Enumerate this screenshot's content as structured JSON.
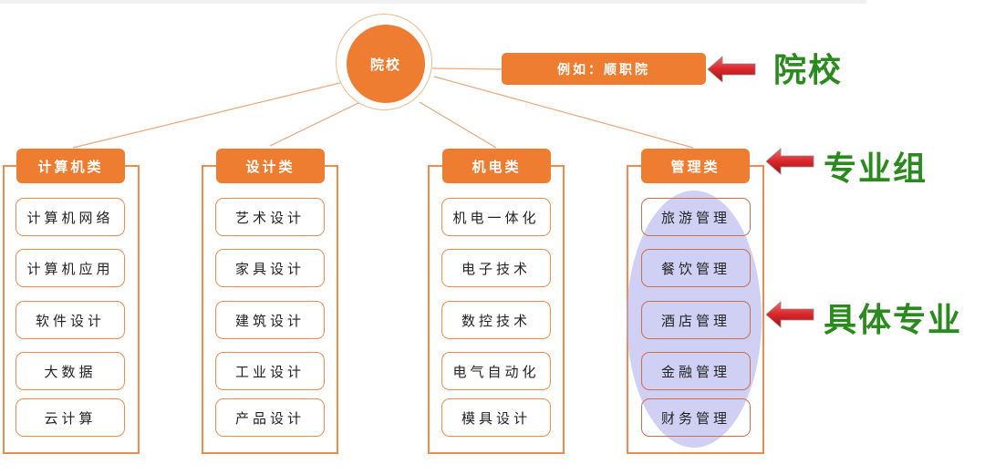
{
  "diagram": {
    "root": {
      "label": "院校"
    },
    "example": {
      "label": "例如：顺职院"
    },
    "groups": [
      {
        "label": "计算机类",
        "items": [
          "计算机网络",
          "计算机应用",
          "软件设计",
          "大数据",
          "云计算"
        ]
      },
      {
        "label": "设计类",
        "items": [
          "艺术设计",
          "家具设计",
          "建筑设计",
          "工业设计",
          "产品设计"
        ]
      },
      {
        "label": "机电类",
        "items": [
          "机电一体化",
          "电子技术",
          "数控技术",
          "电气自动化",
          "模具设计"
        ]
      },
      {
        "label": "管理类",
        "items": [
          "旅游管理",
          "餐饮管理",
          "酒店管理",
          "金融管理",
          "财务管理"
        ]
      }
    ],
    "annotations": [
      {
        "label": "院校",
        "target": "example"
      },
      {
        "label": "专业组",
        "target": "groups.3"
      },
      {
        "label": "具体专业",
        "target": "groups.3.items"
      }
    ],
    "colors": {
      "node_fill": "#ee7d31",
      "frame_stroke": "#ee8c4e",
      "annotation_text": "#2a8a1e",
      "arrow": "#d9262b",
      "highlight": "#aaaaeb"
    }
  }
}
